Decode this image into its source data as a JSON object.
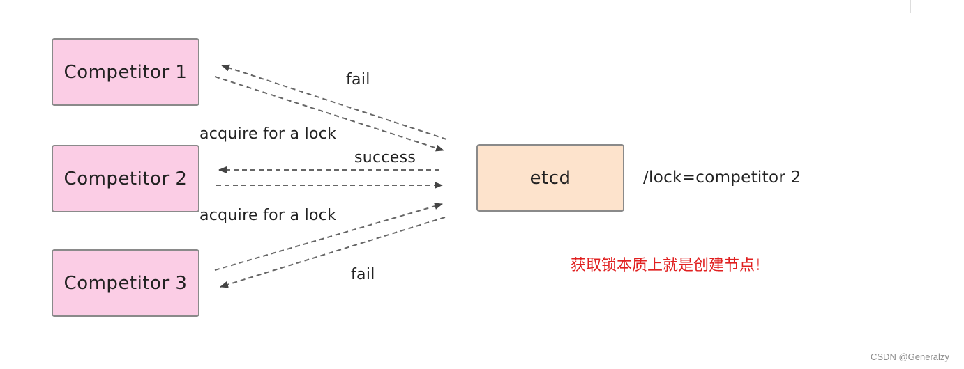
{
  "nodes": {
    "competitor_1": "Competitor 1",
    "competitor_2": "Competitor 2",
    "competitor_3": "Competitor 3",
    "etcd": "etcd"
  },
  "edge_labels": {
    "fail_top": "fail",
    "acquire_top": "acquire for a lock",
    "success": "success",
    "acquire_bottom": "acquire for a lock",
    "fail_bottom": "fail"
  },
  "key_value": "/lock=competitor 2",
  "note": "获取锁本质上就是创建节点!",
  "watermark": "CSDN @Generalzy",
  "colors": {
    "competitor_fill": "#fbcde5",
    "etcd_fill": "#fde3cc",
    "note_text": "#e02020",
    "arrow": "#555555"
  }
}
